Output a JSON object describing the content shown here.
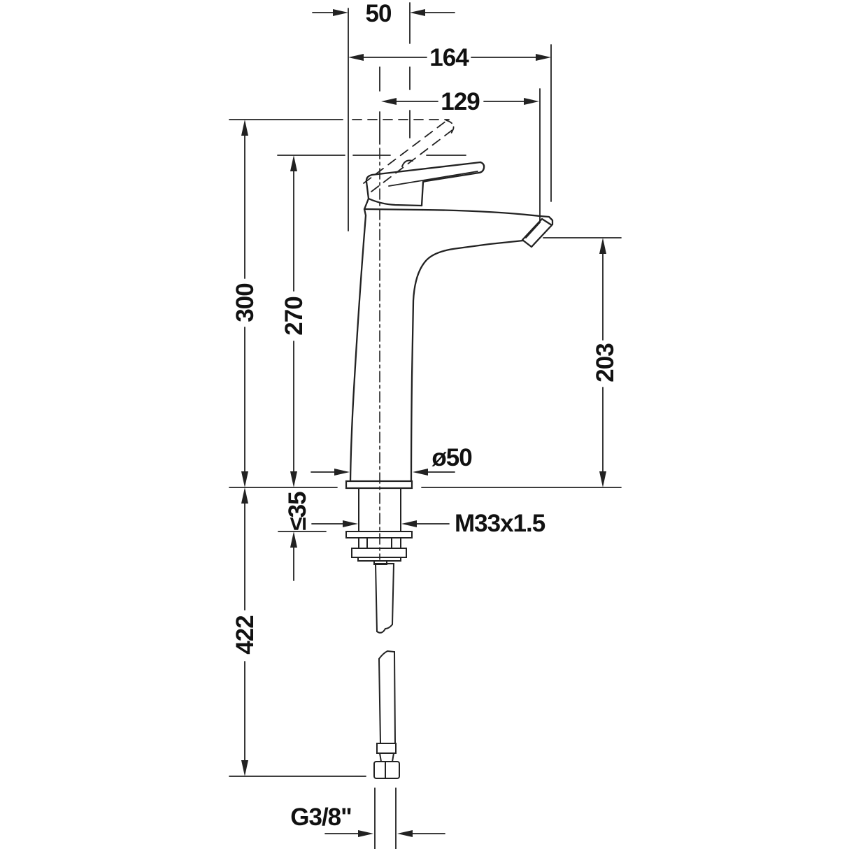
{
  "drawing": {
    "type": "technical-dimension-drawing",
    "subject": "single-lever tall basin mixer faucet, side elevation with installation dimensions",
    "units": "mm",
    "background": "#ffffff",
    "line_color": "#222222",
    "text_color": "#111111",
    "labels": {
      "offset_50": "50",
      "reach_164": "164",
      "reach_129": "129",
      "height_300": "300",
      "height_270": "270",
      "spout_height_203": "203",
      "base_diameter": "ø50",
      "deck_thickness": "≤35",
      "thread_size": "M33x1.5",
      "hose_length_422": "422",
      "connection_size": "G3/8\""
    }
  }
}
